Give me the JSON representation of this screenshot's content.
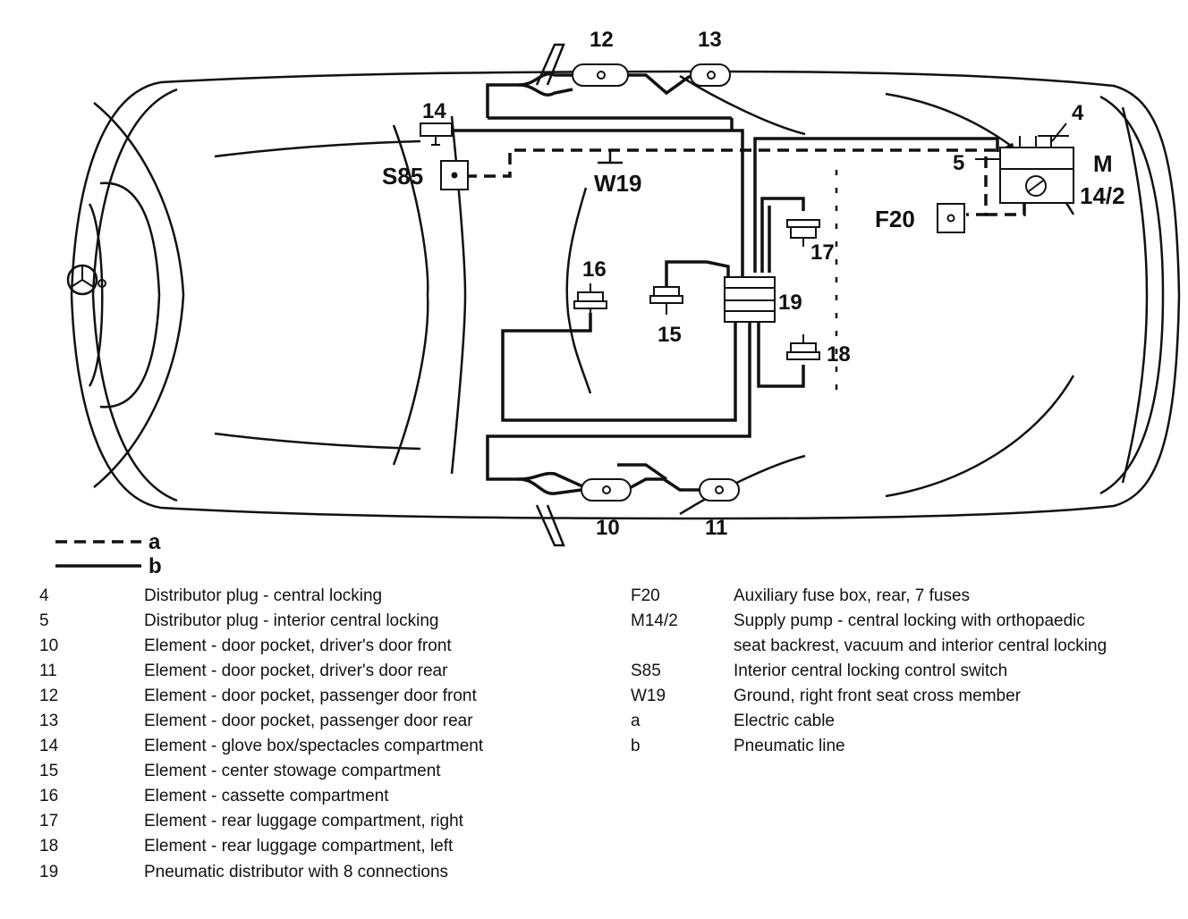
{
  "diagram": {
    "labels": {
      "c4": "4",
      "c5": "5",
      "c10": "10",
      "c11": "11",
      "c12": "12",
      "c13": "13",
      "c14": "14",
      "c15": "15",
      "c16": "16",
      "c17": "17",
      "c18": "18",
      "c19": "19",
      "s85": "S85",
      "w19": "W19",
      "f20": "F20",
      "m": "M",
      "m_sub": "14/2"
    },
    "line_key": {
      "a": "a",
      "b": "b"
    }
  },
  "legend": {
    "left": [
      {
        "code": "4",
        "text": "Distributor plug - central locking"
      },
      {
        "code": "5",
        "text": "Distributor plug - interior central locking"
      },
      {
        "code": "10",
        "text": "Element - door pocket, driver's door front"
      },
      {
        "code": "11",
        "text": "Element - door pocket, driver's door rear"
      },
      {
        "code": "12",
        "text": "Element - door pocket, passenger door front"
      },
      {
        "code": "13",
        "text": "Element - door pocket, passenger door rear"
      },
      {
        "code": "14",
        "text": "Element - glove box/spectacles compartment"
      },
      {
        "code": "15",
        "text": "Element - center stowage compartment"
      },
      {
        "code": "16",
        "text": "Element - cassette compartment"
      },
      {
        "code": "17",
        "text": "Element - rear luggage compartment, right"
      },
      {
        "code": "18",
        "text": "Element - rear luggage compartment, left"
      },
      {
        "code": "19",
        "text": "Pneumatic distributor with 8 connections"
      }
    ],
    "right": [
      {
        "code": "F20",
        "text": "Auxiliary fuse box, rear, 7 fuses"
      },
      {
        "code": "M14/2",
        "text": "Supply pump - central locking with orthopaedic"
      },
      {
        "code": "",
        "text": "seat backrest, vacuum and interior central locking"
      },
      {
        "code": "S85",
        "text": "Interior central locking control switch"
      },
      {
        "code": "W19",
        "text": "Ground, right front seat cross member"
      },
      {
        "code": "a",
        "text": "Electric cable"
      },
      {
        "code": "b",
        "text": "Pneumatic line"
      }
    ]
  }
}
